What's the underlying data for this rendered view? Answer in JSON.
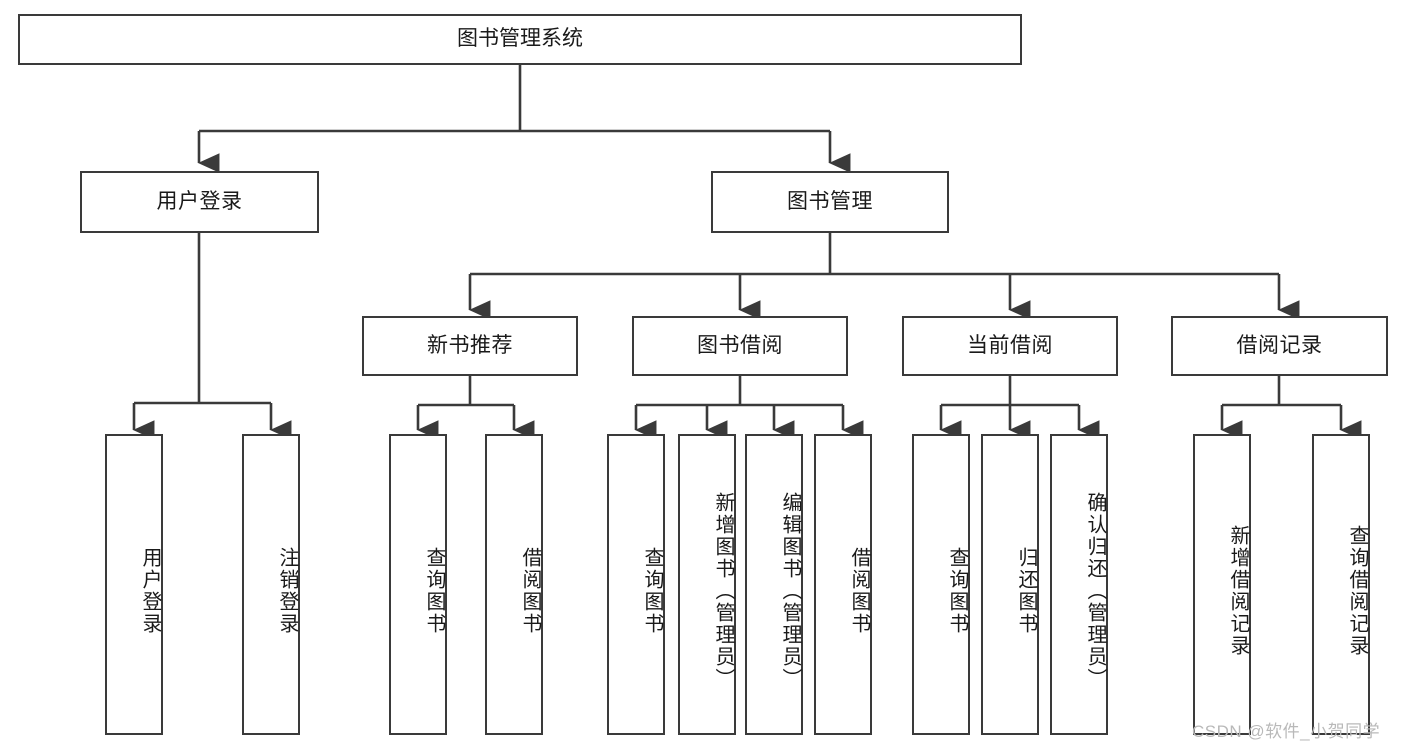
{
  "diagram": {
    "title": "图书管理系统",
    "type": "tree",
    "watermark": "CSDN @软件_小贺同学",
    "line_color": "#3a3a3a",
    "box_fill": "#ffffff",
    "text_color": "#1a1a1a"
  },
  "nodes": {
    "root": {
      "label": "图书管理系统"
    },
    "level2": [
      {
        "id": "user-login",
        "label": "用户登录"
      },
      {
        "id": "book-manage",
        "label": "图书管理"
      }
    ],
    "level3": [
      {
        "id": "new-book-rec",
        "label": "新书推荐"
      },
      {
        "id": "book-borrow",
        "label": "图书借阅"
      },
      {
        "id": "current-borrow",
        "label": "当前借阅"
      },
      {
        "id": "borrow-record",
        "label": "借阅记录"
      }
    ],
    "leaves": {
      "user_login": [
        {
          "id": "leaf-user-login",
          "label": "用户登录"
        },
        {
          "id": "leaf-logout-login",
          "label": "注销登录"
        }
      ],
      "new_book_rec": [
        {
          "id": "leaf-query-book-1",
          "label": "查询图书"
        },
        {
          "id": "leaf-borrow-book-1",
          "label": "借阅图书"
        }
      ],
      "book_borrow": [
        {
          "id": "leaf-query-book-2",
          "label": "查询图书"
        },
        {
          "id": "leaf-add-book",
          "label": "新增图书（管理员）"
        },
        {
          "id": "leaf-edit-book",
          "label": "编辑图书（管理员）"
        },
        {
          "id": "leaf-borrow-book-2",
          "label": "借阅图书"
        }
      ],
      "current_borrow": [
        {
          "id": "leaf-query-book-3",
          "label": "查询图书"
        },
        {
          "id": "leaf-return-book",
          "label": "归还图书"
        },
        {
          "id": "leaf-confirm-return",
          "label": "确认归还（管理员）"
        }
      ],
      "borrow_record": [
        {
          "id": "leaf-add-record",
          "label": "新增借阅记录"
        },
        {
          "id": "leaf-query-record",
          "label": "查询借阅记录"
        }
      ]
    }
  }
}
